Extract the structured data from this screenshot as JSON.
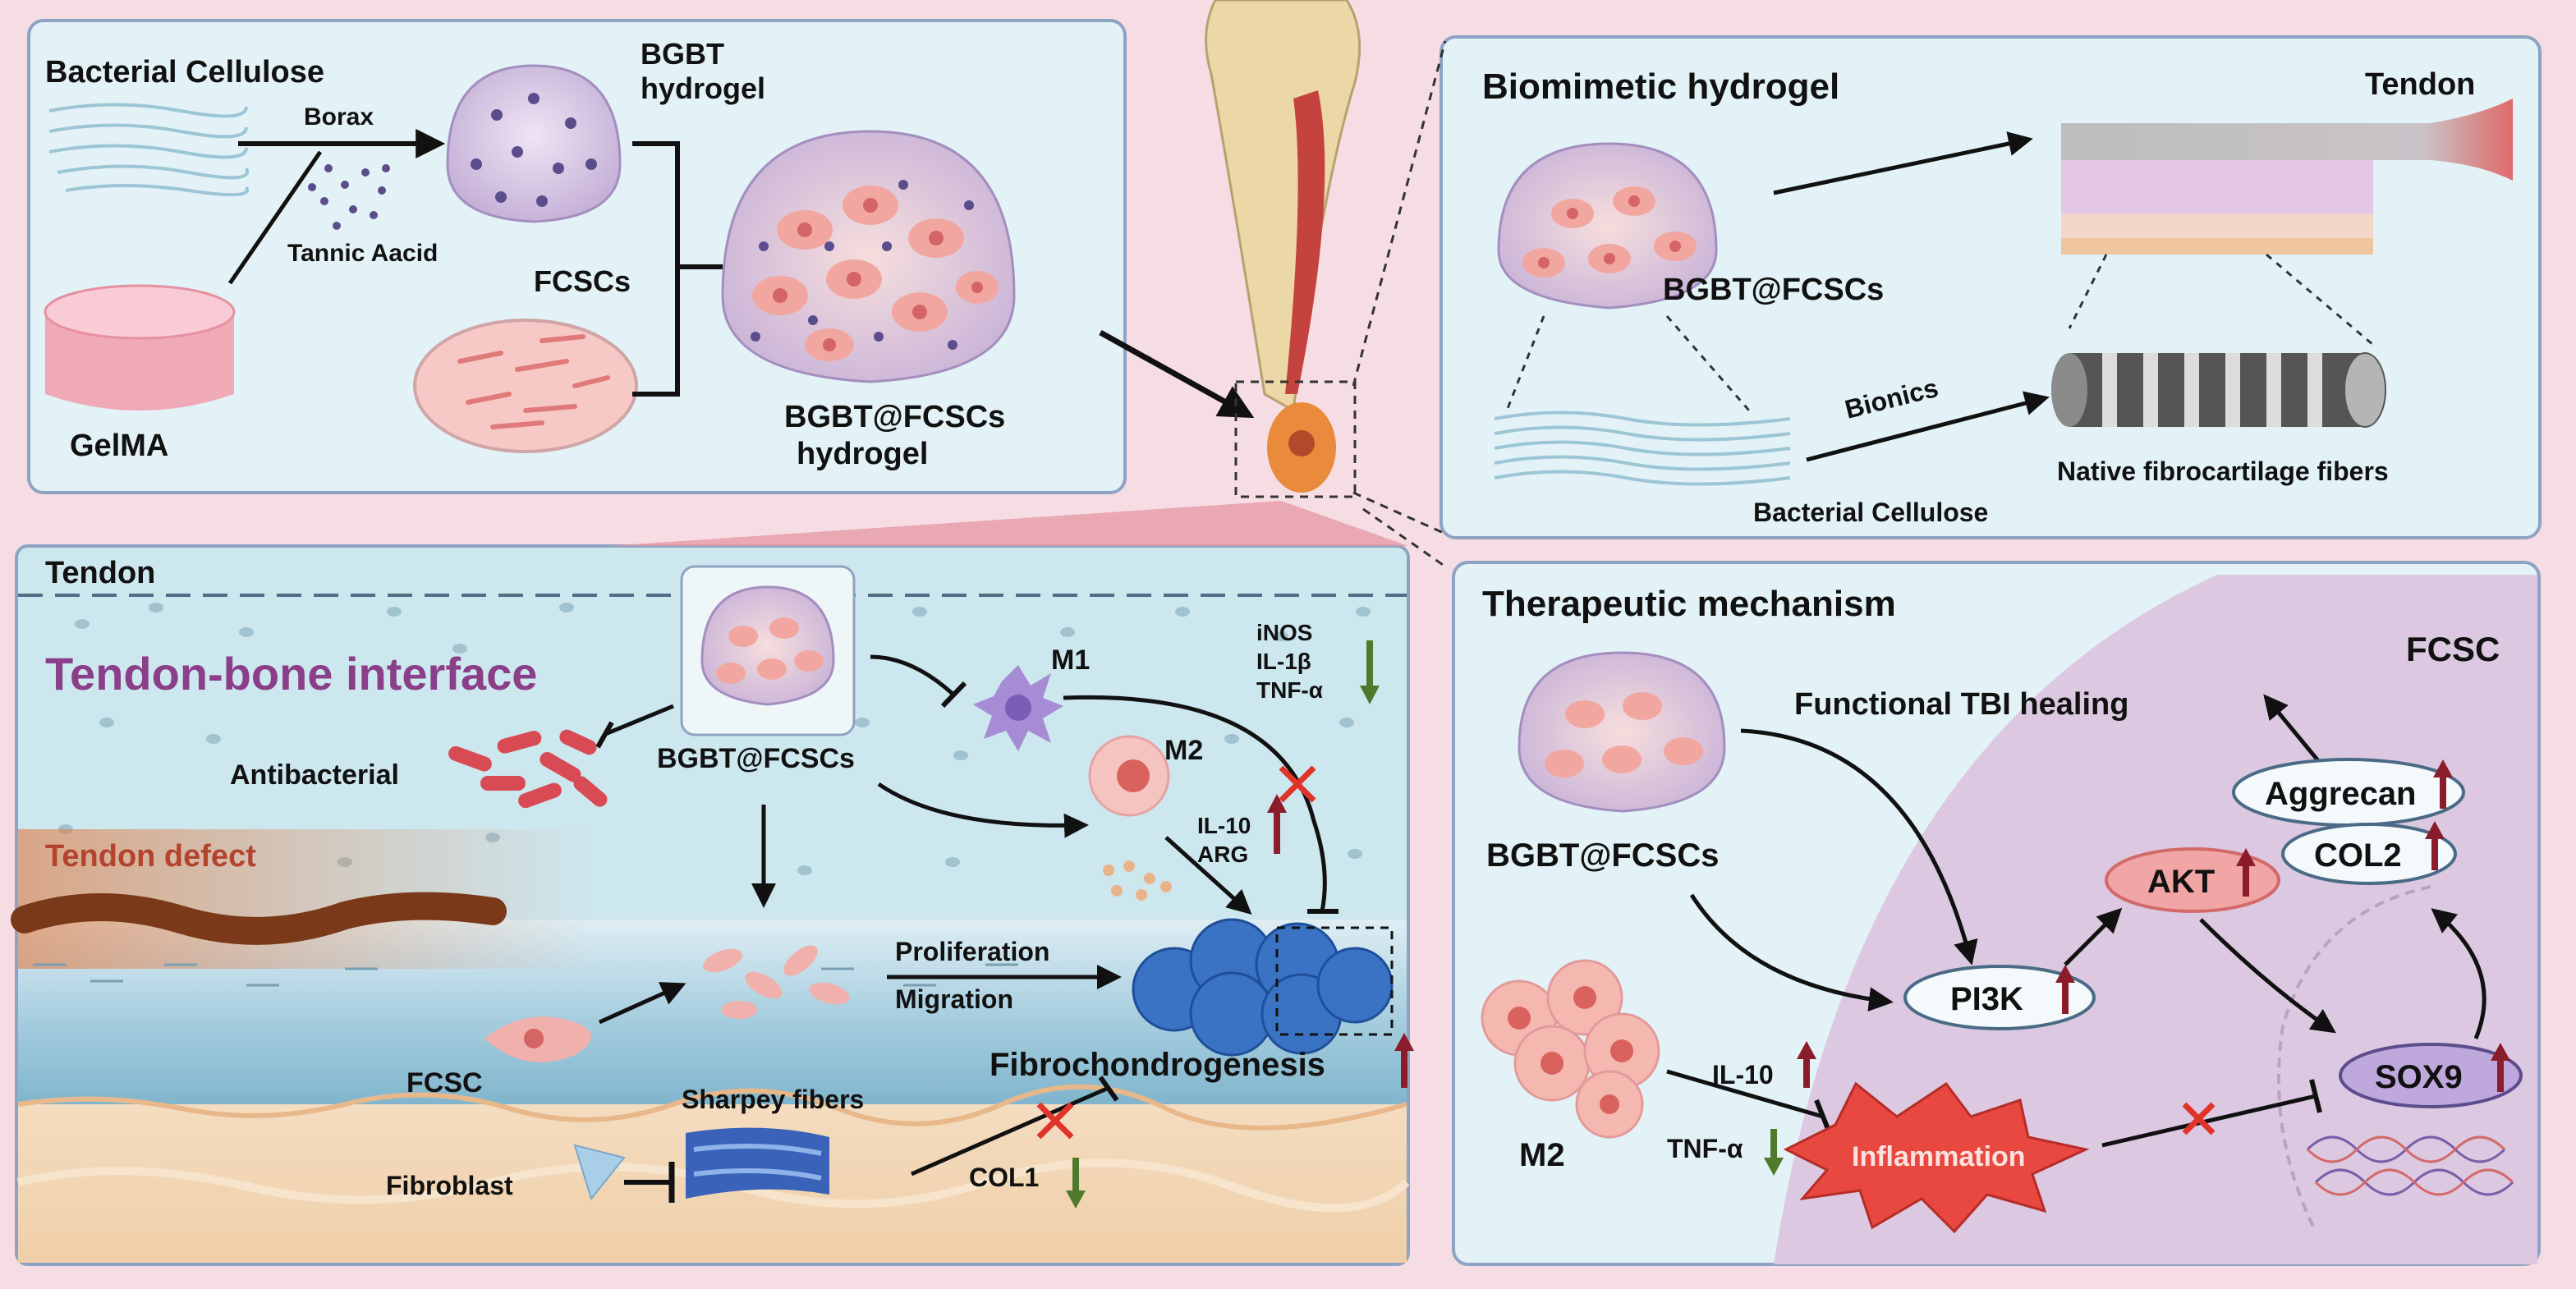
{
  "panel_top_left": {
    "bacterial_cellulose": "Bacterial Cellulose",
    "borax": "Borax",
    "tannic_acid": "Tannic Aacid",
    "gelma": "GelMA",
    "bgbt_line1": "BGBT",
    "bgbt_line2": "hydrogel",
    "fcscs": "FCSCs",
    "result_line1": "BGBT@FCSCs",
    "result_line2": "hydrogel"
  },
  "panel_top_right": {
    "title": "Biomimetic hydrogel",
    "tendon": "Tendon",
    "hydrogel_label": "BGBT@FCSCs",
    "bionics": "Bionics",
    "native_fibers": "Native fibrocartilage fibers",
    "bacterial_cellulose": "Bacterial Cellulose"
  },
  "panel_bottom_left": {
    "tendon": "Tendon",
    "interface_title": "Tendon-bone interface",
    "antibacterial": "Antibacterial",
    "hydrogel_label": "BGBT@FCSCs",
    "tendon_defect": "Tendon defect",
    "m1": "M1",
    "m1_markers": [
      "iNOS",
      "IL-1β",
      "TNF-α"
    ],
    "m2": "M2",
    "m2_markers": [
      "IL-10",
      "ARG"
    ],
    "proliferation": "Proliferation",
    "migration": "Migration",
    "fibrochondrogenesis": "Fibrochondrogenesis",
    "fcsc": "FCSC",
    "sharpey": "Sharpey fibers",
    "fibroblast": "Fibroblast",
    "col1": "COL1"
  },
  "panel_bottom_right": {
    "title": "Therapeutic mechanism",
    "fcsc": "FCSC",
    "healing": "Functional TBI healing",
    "aggrecan": "Aggrecan",
    "col2": "COL2",
    "akt": "AKT",
    "pi3k": "PI3K",
    "sox9": "SOX9",
    "hydrogel_label": "BGBT@FCSCs",
    "m2": "M2",
    "il10": "IL-10",
    "tnfa": "TNF-α",
    "inflammation": "Inflammation"
  },
  "colors": {
    "up_arrow": "#8a1c2c",
    "down_arrow": "#4f7a2c",
    "inhibit_x": "#e0342b"
  }
}
